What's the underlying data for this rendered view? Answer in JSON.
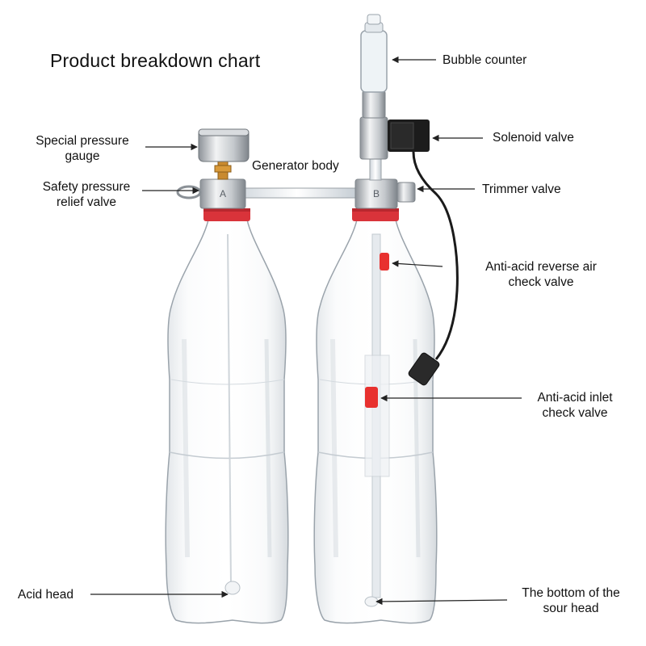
{
  "title": "Product breakdown chart",
  "labels": {
    "bubble_counter": "Bubble counter",
    "solenoid_valve": "Solenoid valve",
    "pressure_gauge": "Special pressure\ngauge",
    "generator_body": "Generator body",
    "safety_valve": "Safety pressure\nrelief valve",
    "trimmer_valve": "Trimmer valve",
    "anti_acid_reverse": "Anti-acid reverse air\ncheck valve",
    "anti_acid_inlet": "Anti-acid inlet\ncheck valve",
    "acid_head": "Acid head",
    "sour_head_bottom": "The bottom of the\nsour head"
  },
  "markings": {
    "bottle_left": "A",
    "bottle_right": "B"
  },
  "colors": {
    "cap_red": "#d9333a",
    "valve_red": "#e8312f",
    "metal": "#c9ccd0",
    "cable": "#1a1a1a",
    "bottle_edge": "#9aa3ab"
  }
}
